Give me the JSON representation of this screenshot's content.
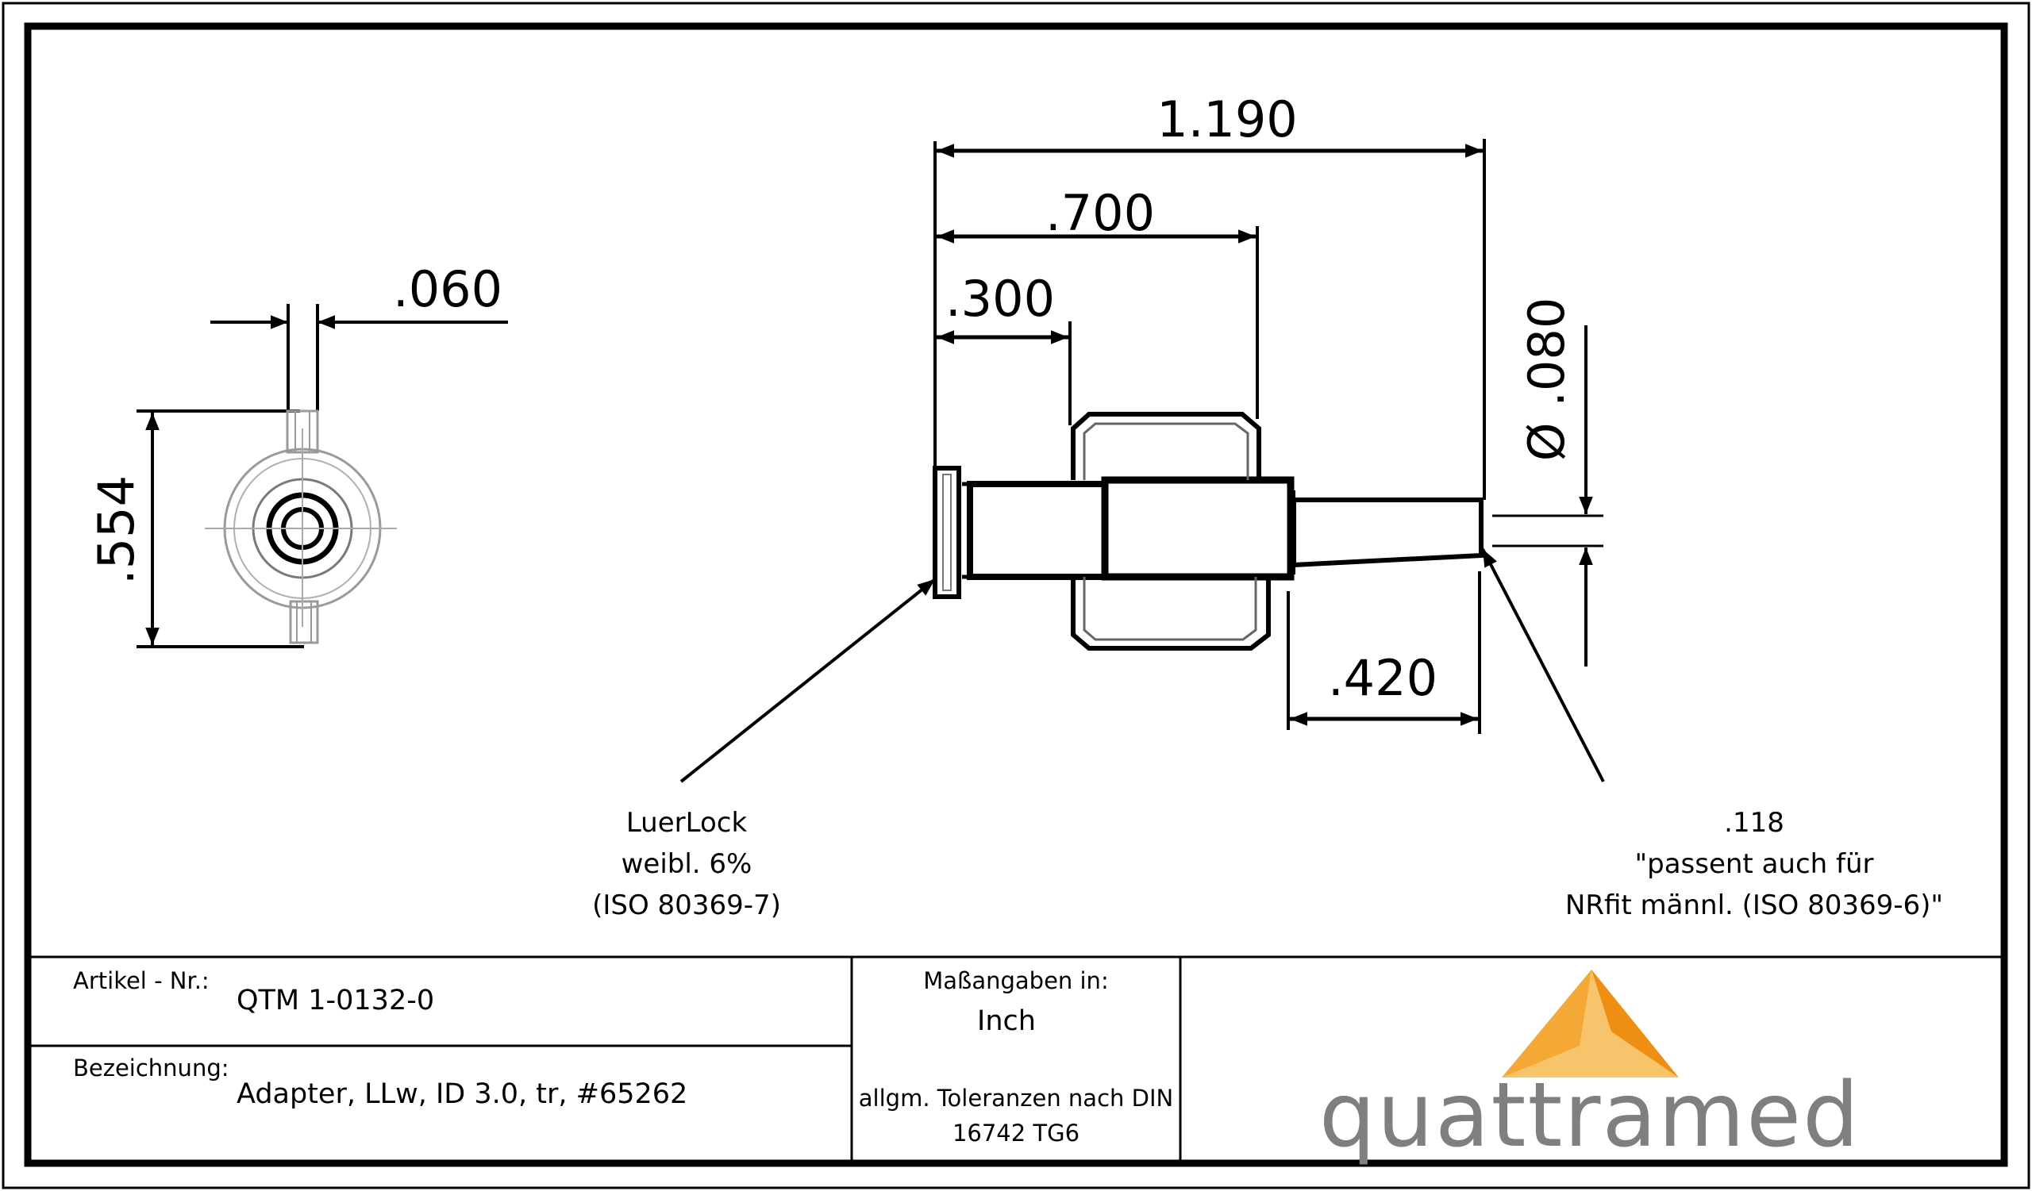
{
  "drawing": {
    "dimensions": {
      "tab_width": ".060",
      "height": ".554",
      "overall_length": "1.190",
      "length_700": ".700",
      "length_300": ".300",
      "tip_length": ".420",
      "tip_diameter": "Ø .080"
    },
    "callout_left": {
      "line1": "LuerLock",
      "line2": "weibl. 6%",
      "line3": "(ISO 80369-7)"
    },
    "callout_right": {
      "line1": ".118",
      "line2": "\"passent auch für",
      "line3": "NRfit männl. (ISO 80369-6)\""
    }
  },
  "title_block": {
    "article_label": "Artikel - Nr.:",
    "article_value": "QTM 1-0132-0",
    "designation_label": "Bezeichnung:",
    "designation_value": "Adapter, LLw, ID 3.0, tr, #65262",
    "units_label": "Maßangaben in:",
    "units_value": "Inch",
    "tolerance_line1": "allgm. Toleranzen nach DIN",
    "tolerance_line2": "16742 TG6"
  },
  "logo": {
    "text": "quattramed",
    "colors": {
      "light": "#F7C46C",
      "mid": "#F4A937",
      "dark": "#EE8E12",
      "text": "#7F7F7F"
    }
  }
}
